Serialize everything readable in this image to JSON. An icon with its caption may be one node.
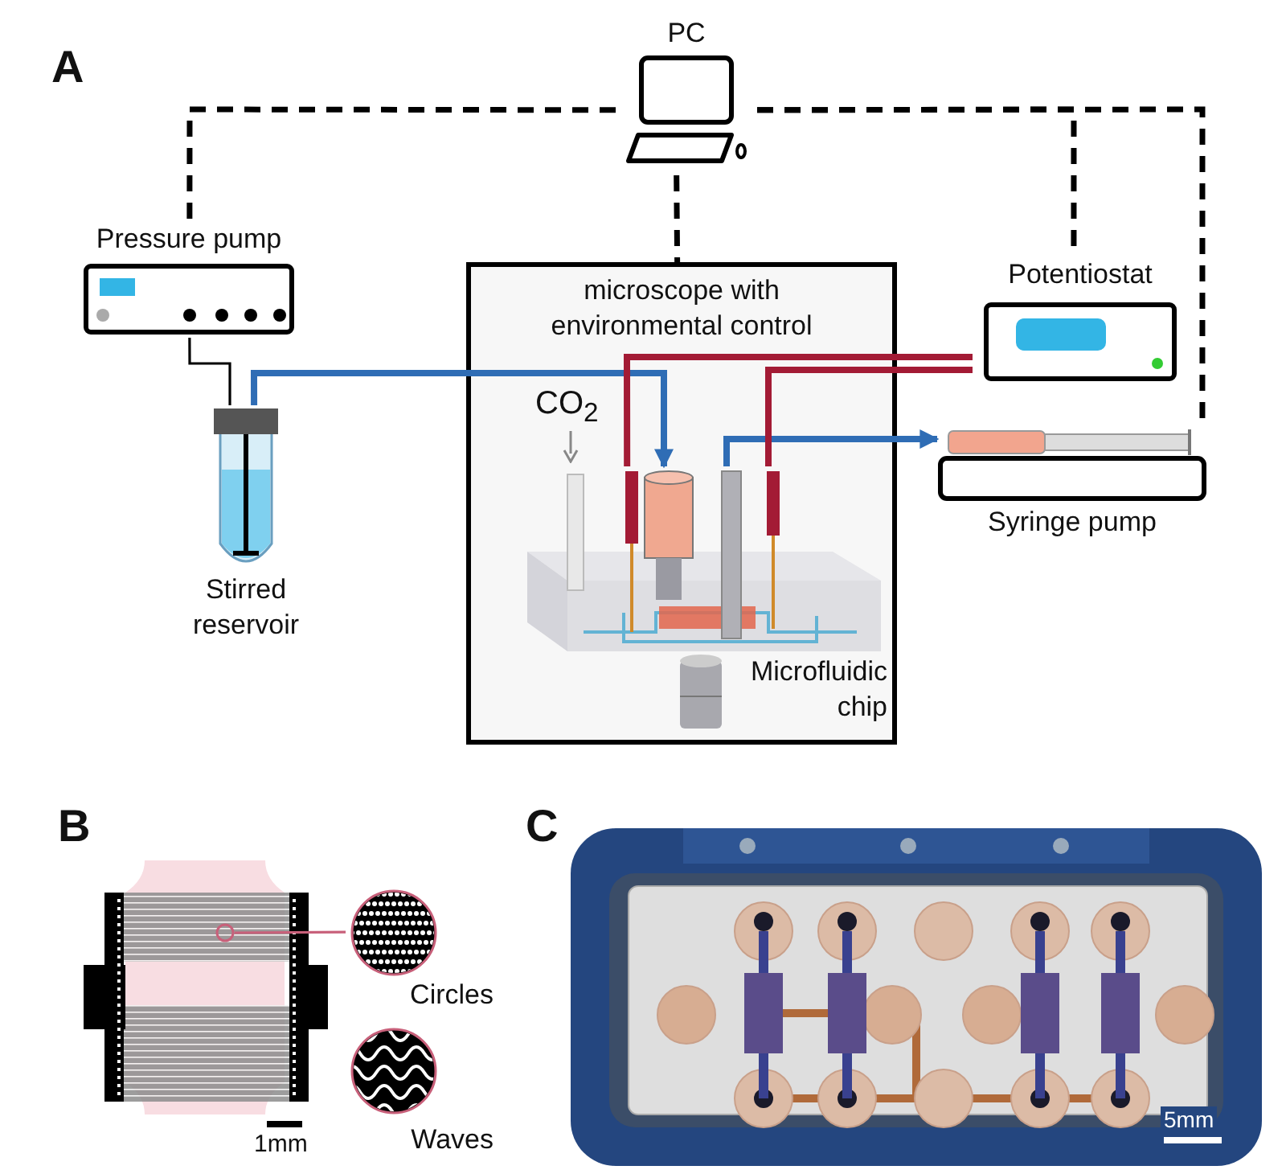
{
  "diagram": {
    "nodes": [
      {
        "text": [
          "PC"
        ]
      },
      {
        "text": [
          "Pressure pump"
        ]
      },
      {
        "text": [
          "Stirred reservoir"
        ]
      },
      {
        "text": [
          "microscope with environmental control"
        ]
      },
      {
        "text": [
          "Potentiostat"
        ]
      },
      {
        "text": [
          "Syringe pump"
        ]
      },
      {
        "text": [
          "Microfluidic chip"
        ],
        "in": 3
      },
      {
        "text": [],
        "shape": "picture"
      },
      {
        "text": [],
        "shape": "circle",
        "in": 7
      },
      {
        "text": [
          "Circles"
        ]
      },
      {
        "text": [
          "Waves"
        ]
      }
    ],
    "edges": [
      {
        "from": 0,
        "to": 1,
        "arrow": "none",
        "style": "dashed"
      },
      {
        "from": 0,
        "to": 3,
        "arrow": "none",
        "style": "dashed"
      },
      {
        "from": 0,
        "to": 4,
        "arrow": "none",
        "style": "dashed"
      },
      {
        "from": 0,
        "to": 5,
        "arrow": "none",
        "style": "dashed"
      },
      {
        "from": 1,
        "to": 2,
        "arrow": "none"
      },
      {
        "from": 2,
        "to": 6,
        "arrow": "to",
        "color": "#2f6db5"
      },
      {
        "from": 6,
        "to": 5,
        "arrow": "to",
        "color": "#2f6db5"
      },
      {
        "from": 4,
        "to": 6,
        "arrow": "none",
        "color": "#a31b35"
      },
      {
        "from": 4,
        "to": 6,
        "arrow": "none",
        "color": "#a31b35"
      },
      {
        "from": 8,
        "to": 9,
        "arrow": "none",
        "color": "#c8607a"
      }
    ],
    "labels": [
      "A",
      "CO$_{2}$",
      "B",
      "1mm",
      "C",
      "5mm"
    ]
  }
}
